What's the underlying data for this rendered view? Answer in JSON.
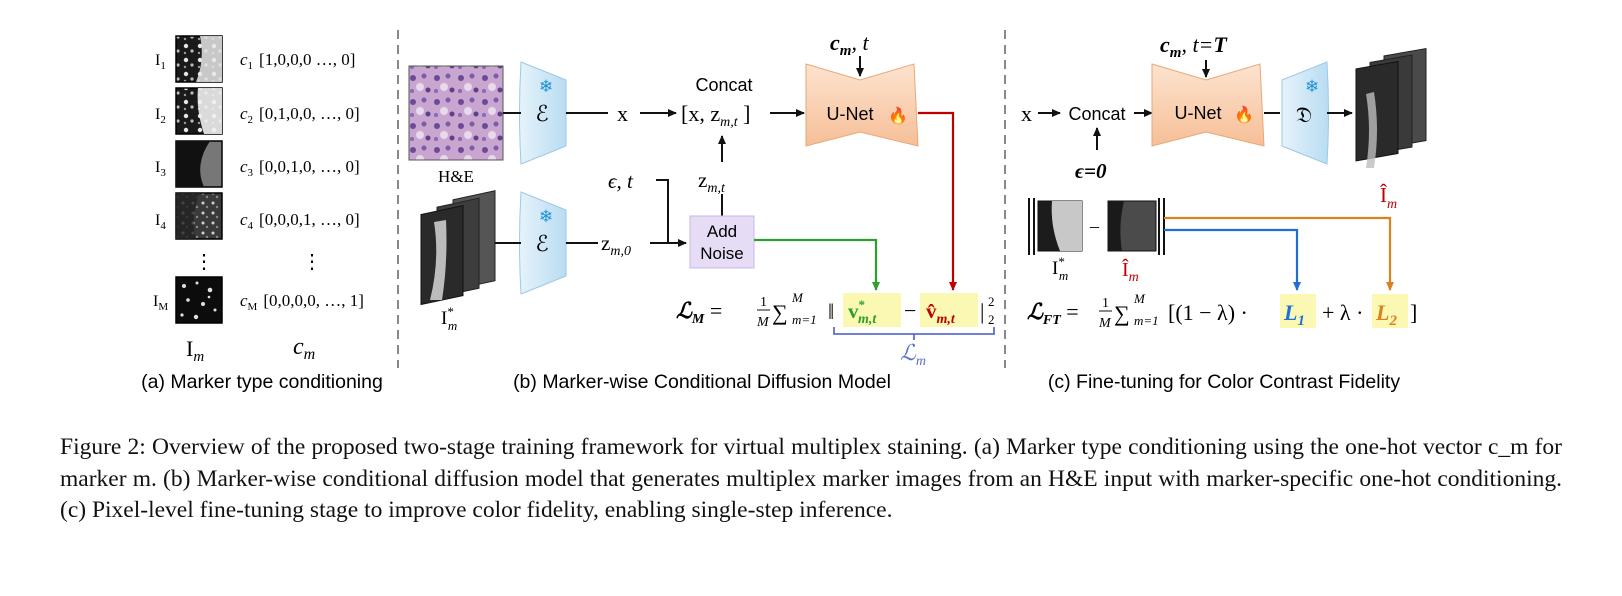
{
  "panel_a": {
    "rows": [
      {
        "img": "I",
        "sub": "1",
        "c": "c",
        "csub": "1",
        "vec": "[1,0,0,0 …, 0]"
      },
      {
        "img": "I",
        "sub": "2",
        "c": "c",
        "csub": "2",
        "vec": "[0,1,0,0, …, 0]"
      },
      {
        "img": "I",
        "sub": "3",
        "c": "c",
        "csub": "3",
        "vec": "[0,0,1,0, …, 0]"
      },
      {
        "img": "I",
        "sub": "4",
        "c": "c",
        "csub": "4",
        "vec": "[0,0,0,1, …, 0]"
      },
      {
        "img": "I",
        "sub": "M",
        "c": "c",
        "csub": "M",
        "vec": "[0,0,0,0, …, 1]"
      }
    ],
    "vdots": "⋮",
    "col_img_label": "I",
    "col_img_sub": "m",
    "col_c_label": "c",
    "col_c_sub": "m",
    "caption": "(a) Marker type conditioning"
  },
  "panel_b": {
    "he_label": "H&E",
    "encoder_symbol": "ℰ",
    "x_label": "x",
    "concat_label": "Concat",
    "concat_expr": "[x, z",
    "concat_sub": "m,t",
    "concat_close": " ]",
    "unet_label": "U-Net",
    "cond_top": "c",
    "cond_top_sub": "m",
    "cond_top_t": ", t",
    "eps_t": "ϵ, t",
    "zmt": "z",
    "zmt_sub": "m,t",
    "zm0": "z",
    "zm0_sub": "m,0",
    "add_noise_1": "Add",
    "add_noise_2": "Noise",
    "im_star": "I",
    "im_star_sup": "*",
    "im_star_sub": "m",
    "loss_lhs": "ℒ",
    "loss_lhs_sub": "M",
    "loss_eq": " = ",
    "loss_frac_num": "1",
    "loss_frac_den": "M",
    "loss_sum": "∑",
    "loss_sum_sup": "M",
    "loss_sum_sub": "m=1",
    "loss_norm": "‖",
    "v_star": "v",
    "v_star_sup": "*",
    "v_star_sub": "m,t",
    "minus": "−",
    "v_hat": "v̂",
    "v_hat_sub": "m,t",
    "norm_close": "|",
    "norm_sup": "2",
    "norm_sub": "2",
    "lm": "ℒ",
    "lm_sub": "m",
    "caption": "(b) Marker-wise Conditional Diffusion Model"
  },
  "panel_c": {
    "x_label": "x",
    "concat_label": "Concat",
    "cond_top": "c",
    "cond_top_sub": "m",
    "cond_top_t": ", t=",
    "cond_top_T": "T",
    "eps0": "ϵ=0",
    "unet_label": "U-Net",
    "decoder_symbol": "𝔇",
    "im_hat": "Î",
    "im_hat_sub": "m",
    "im_star": "I",
    "im_star_sup": "*",
    "im_star_sub": "m",
    "pair_minus": "–",
    "loss_lhs": "ℒ",
    "loss_lhs_sub": "FT",
    "loss_eq": " = ",
    "loss_frac_num": "1",
    "loss_frac_den": "M",
    "loss_sum": "∑",
    "loss_sum_sup": "M",
    "loss_sum_sub": "m=1",
    "loss_mid": "[(1 − λ) ·",
    "l1": "L",
    "l1_sub": "1",
    "loss_plus": "+ λ ·",
    "l2": "L",
    "l2_sub": "2",
    "loss_close": "]",
    "caption": "(c) Fine-tuning for Color Contrast Fidelity"
  },
  "colors": {
    "encoder_fill": "#cfe8f6",
    "unet_fill": "#f9cfae",
    "addnoise_fill": "#e6dcf5",
    "green": "#2ca02c",
    "red": "#c00000",
    "blue": "#1f6fd6",
    "orange": "#d9821f",
    "lm_brace": "#5b6fcf",
    "highlight_yellow": "#fbf8b4"
  },
  "caption": {
    "text": "Figure 2: Overview of the proposed two-stage training framework for virtual multiplex staining. (a) Marker type conditioning using the one-hot vector c_m for marker m. (b) Marker-wise conditional diffusion model that generates multiplex marker images from an H&E input with marker-specific one-hot conditioning. (c) Pixel-level fine-tuning stage to improve color fidelity, enabling single-step inference."
  }
}
